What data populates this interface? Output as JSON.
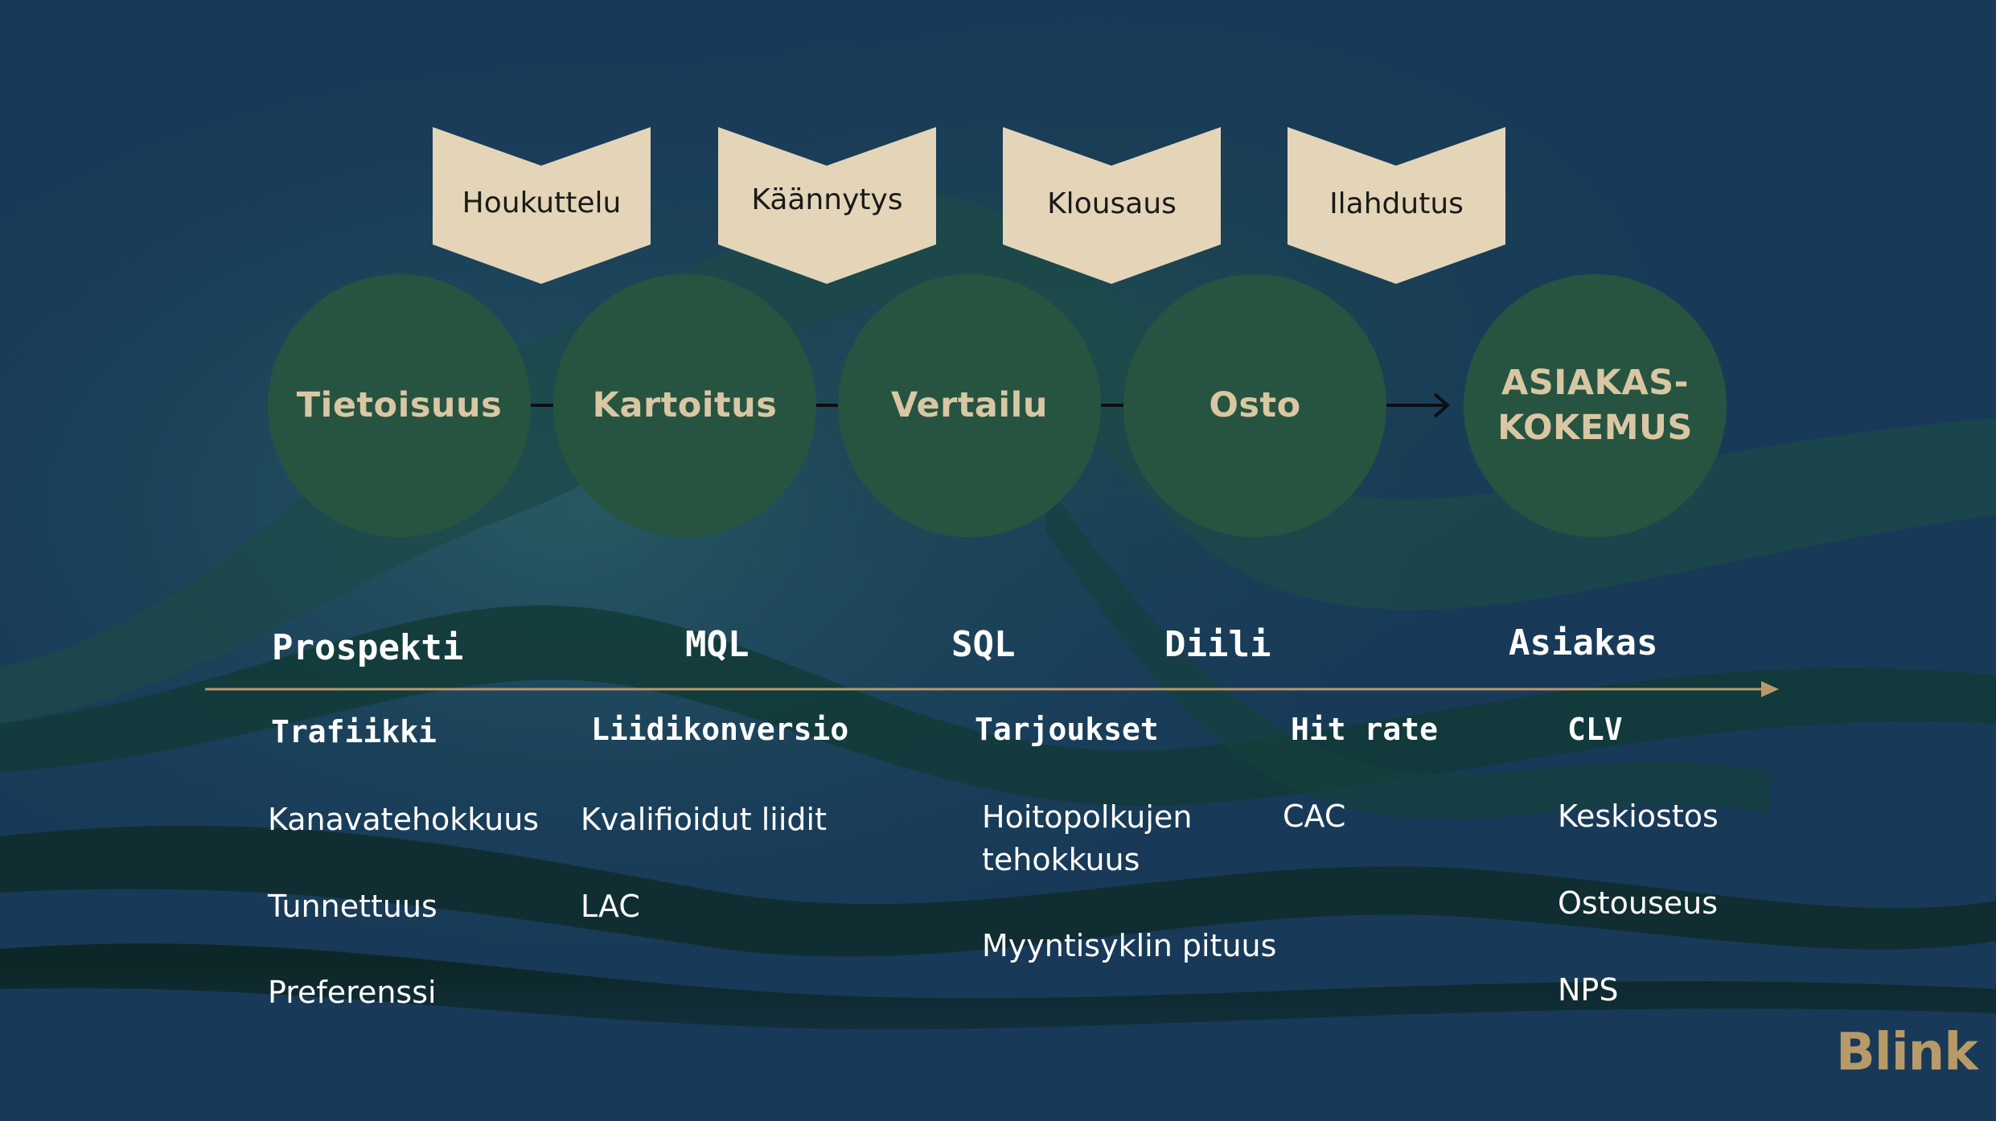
{
  "chevrons": [
    {
      "label": "Houkuttelu"
    },
    {
      "label": "Käännytys"
    },
    {
      "label": "Klousaus"
    },
    {
      "label": "Ilahdutus"
    }
  ],
  "circles": [
    {
      "label": "Tietoisuus"
    },
    {
      "label": "Kartoitus"
    },
    {
      "label": "Vertailu"
    },
    {
      "label": "Osto"
    },
    {
      "label": "ASIAKAS-\nKOKEMUS"
    }
  ],
  "stages": [
    "Prospekti",
    "MQL",
    "SQL",
    "Diili",
    "Asiakas"
  ],
  "metric_columns": [
    {
      "heading": "Trafiikki",
      "items": [
        "Kanavatehokkuus",
        "Tunnettuus",
        "Preferenssi"
      ]
    },
    {
      "heading": "Liidikonversio",
      "items": [
        "Kvalifioidut liidit",
        "LAC"
      ]
    },
    {
      "heading": "Tarjoukset",
      "items": [
        "Hoitopolkujen tehokkuus",
        "Myyntisyklin pituus"
      ]
    },
    {
      "heading": "Hit rate",
      "items": [
        "CAC"
      ]
    },
    {
      "heading": "CLV",
      "items": [
        "Keskiostos",
        "Ostouseus",
        "NPS"
      ]
    }
  ],
  "brand": {
    "logo": "Blink",
    "accent_color": "#b89a68",
    "circle_color": "#275440",
    "chevron_color": "#e4d5b8",
    "background_color": "#183a58"
  }
}
